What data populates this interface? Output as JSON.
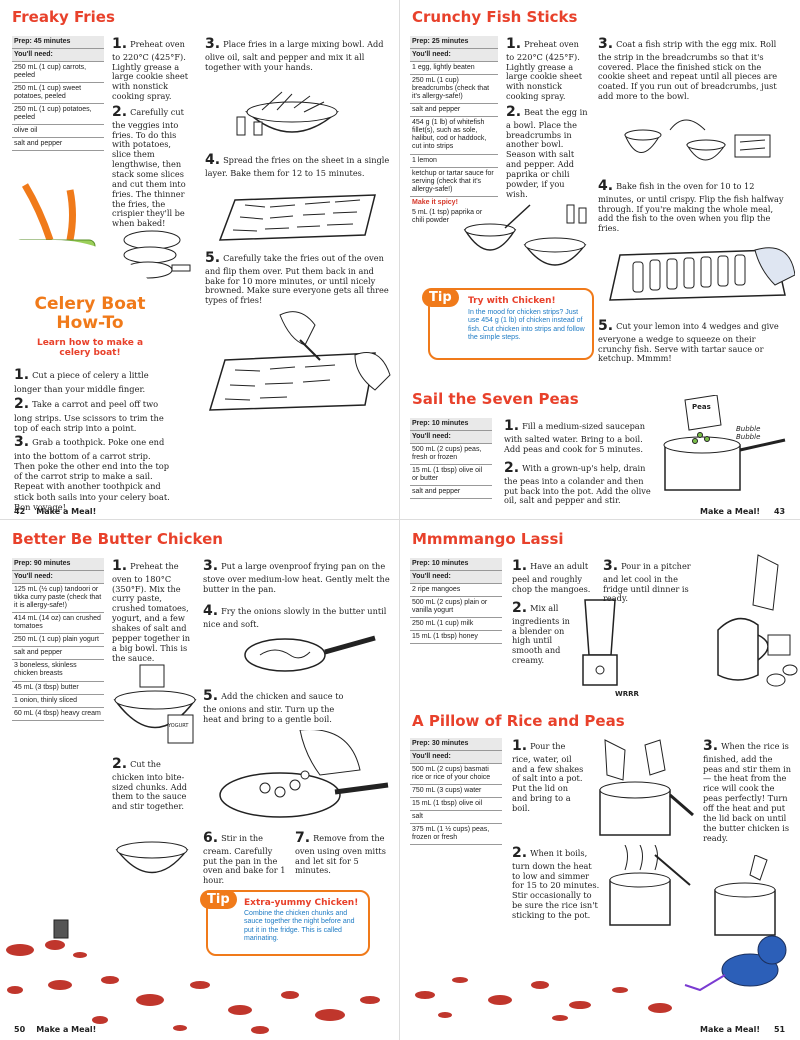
{
  "freaky_fries": {
    "title": "Freaky Fries",
    "card": [
      "Prep: 45 minutes",
      "You'll need:",
      "250 mL (1 cup) carrots, peeled",
      "250 mL (1 cup) sweet potatoes, peeled",
      "250 mL (1 cup) potatoes, peeled",
      "olive oil",
      "salt and pepper"
    ],
    "steps": [
      {
        "n": "1.",
        "text": "Preheat oven to 220°C (425°F). Lightly grease a large cookie sheet with nonstick cooking spray."
      },
      {
        "n": "2.",
        "text": "Carefully cut the veggies into fries. To do this with potatoes, slice them lengthwise, then stack some slices and cut them into fries. The thinner the fries, the crispier they'll be when baked!"
      },
      {
        "n": "3.",
        "text": "Place fries in a large mixing bowl. Add olive oil, salt and pepper and mix it all together with your hands."
      },
      {
        "n": "4.",
        "text": "Spread the fries on the sheet in a single layer. Bake them for 12 to 15 minutes."
      },
      {
        "n": "5.",
        "text": "Carefully take the fries out of the oven and flip them over. Put them back in and bake for 10 more minutes, or until nicely browned. Make sure everyone gets all three types of fries!"
      }
    ],
    "footer_num": "42",
    "footer_label": "Make a Meal!"
  },
  "celery_boat": {
    "title_line1": "Celery Boat",
    "title_line2": "How-To",
    "subtitle": "Learn how to make a celery boat!",
    "steps": [
      {
        "n": "1.",
        "text": "Cut a piece of celery a little longer than your middle finger."
      },
      {
        "n": "2.",
        "text": "Take a carrot and peel off two long strips. Use scissors to trim the top of each strip into a point."
      },
      {
        "n": "3.",
        "text": "Grab a toothpick. Poke one end into the bottom of a carrot strip. Then poke the other end into the top of the carrot strip to make a sail. Repeat with another toothpick and stick both sails into your celery boat. Bon voyage!"
      }
    ]
  },
  "fish_sticks": {
    "title": "Crunchy Fish Sticks",
    "card": [
      "Prep: 25 minutes",
      "You'll need:",
      "1 egg, lightly beaten",
      "250 mL (1 cup) breadcrumbs (check that it's allergy-safe!)",
      "salt and pepper",
      "454 g (1 lb) of whitefish fillet(s), such as sole, halibut, cod or haddock, cut into strips",
      "1 lemon",
      "ketchup or tartar sauce for serving (check that it's allergy-safe!)"
    ],
    "spicy_label": "Make it spicy!",
    "spicy_item": "5 mL (1 tsp) paprika or chili powder",
    "steps": [
      {
        "n": "1.",
        "text": "Preheat oven to 220°C (425°F). Lightly grease a large cookie sheet with nonstick cooking spray."
      },
      {
        "n": "2.",
        "text": "Beat the egg in a bowl. Place the breadcrumbs in another bowl. Season with salt and pepper. Add paprika or chili powder, if you wish."
      },
      {
        "n": "3.",
        "text": "Coat a fish strip with the egg mix. Roll the strip in the breadcrumbs so that it's covered. Place the finished stick on the cookie sheet and repeat until all pieces are coated. If you run out of breadcrumbs, just add more to the bowl."
      },
      {
        "n": "4.",
        "text": "Bake fish in the oven for 10 to 12 minutes, or until crispy. Flip the fish halfway through. If you're making the whole meal, add the fish to the oven when you flip the fries."
      },
      {
        "n": "5.",
        "text": "Cut your lemon into 4 wedges and give everyone a wedge to squeeze on their crunchy fish. Serve with tartar sauce or ketchup. Mmmm!"
      }
    ],
    "tip_badge": "Tip",
    "tip_title": "Try with Chicken!",
    "tip_text": "In the mood for chicken strips? Just use 454 g (1 lb) of chicken instead of fish. Cut chicken into strips and follow the simple steps."
  },
  "peas": {
    "title": "Sail the Seven Peas",
    "card": [
      "Prep: 10 minutes",
      "You'll need:",
      "500 mL (2 cups) peas, fresh or frozen",
      "15 mL (1 tbsp) olive oil or butter",
      "salt and pepper"
    ],
    "steps": [
      {
        "n": "1.",
        "text": "Fill a medium-sized saucepan with salted water. Bring to a boil. Add peas and cook for 5 minutes."
      },
      {
        "n": "2.",
        "text": "With a grown-up's help, drain the peas into a colander and then put back into the pot. Add the olive oil, salt and pepper and stir."
      }
    ],
    "bag_label": "Peas",
    "bubble_text": "Bubble Bubble",
    "footer_label": "Make a Meal!",
    "footer_num": "43"
  },
  "butter_chicken": {
    "title": "Better Be Butter Chicken",
    "card": [
      "Prep: 90 minutes",
      "You'll need:",
      "125 mL (½ cup) tandoori or tikka curry paste (check that it is allergy-safe!)",
      "414 mL (14 oz) can crushed tomatoes",
      "250 mL (1 cup) plain yogurt",
      "salt and pepper",
      "3 boneless, skinless chicken breasts",
      "45 mL (3 tbsp) butter",
      "1 onion, thinly sliced",
      "60 mL (4 tbsp) heavy cream"
    ],
    "steps": [
      {
        "n": "1.",
        "text": "Preheat the oven to 180°C (350°F). Mix the curry paste, crushed tomatoes, yogurt, and a few shakes of salt and pepper together in a big bowl. This is the sauce."
      },
      {
        "n": "2.",
        "text": "Cut the chicken into bite-sized chunks. Add them to the sauce and stir together."
      },
      {
        "n": "3.",
        "text": "Put a large ovenproof frying pan on the stove over medium-low heat. Gently melt the butter in the pan."
      },
      {
        "n": "4.",
        "text": "Fry the onions slowly in the butter until nice and soft."
      },
      {
        "n": "5.",
        "text": "Add the chicken and sauce to the onions and stir. Turn up the heat and bring to a gentle boil."
      },
      {
        "n": "6.",
        "text": "Stir in the cream. Carefully put the pan in the oven and bake for 1 hour."
      },
      {
        "n": "7.",
        "text": "Remove from the oven using oven mitts and let sit for 5 minutes."
      }
    ],
    "tip_badge": "Tip",
    "tip_title": "Extra-yummy Chicken!",
    "tip_text": "Combine the chicken chunks and sauce together the night before and put it in the fridge. This is called marinating.",
    "yogurt_label": "YOGURT",
    "footer_num": "50",
    "footer_label": "Make a Meal!"
  },
  "lassi": {
    "title": "Mmmmango Lassi",
    "card": [
      "Prep: 10 minutes",
      "You'll need:",
      "2 ripe mangoes",
      "500 mL (2 cups) plain or vanilla yogurt",
      "250 mL (1 cup) milk",
      "15 mL (1 tbsp) honey"
    ],
    "steps": [
      {
        "n": "1.",
        "text": "Have an adult peel and roughly chop the mangoes."
      },
      {
        "n": "2.",
        "text": "Mix all ingredients in a blender on high until smooth and creamy."
      },
      {
        "n": "3.",
        "text": "Pour in a pitcher and let cool in the fridge until dinner is ready."
      }
    ],
    "blender_sound": "WRRR"
  },
  "rice": {
    "title": "A Pillow of Rice and Peas",
    "card": [
      "Prep: 30 minutes",
      "You'll need:",
      "500 mL (2 cups) basmati rice or rice of your choice",
      "750 mL (3 cups) water",
      "15 mL (1 tbsp) olive oil",
      "salt",
      "375 mL (1 ½ cups) peas, frozen or fresh"
    ],
    "steps": [
      {
        "n": "1.",
        "text": "Pour the rice, water, oil and a few shakes of salt into a pot. Put the lid on and bring to a boil."
      },
      {
        "n": "2.",
        "text": "When it boils, turn down the heat to low and simmer for 15 to 20 minutes. Stir occasionally to be sure the rice isn't sticking to the pot."
      },
      {
        "n": "3.",
        "text": "When the rice is finished, add the peas and stir them in — the heat from the rice will cook the peas perfectly! Turn off the heat and put the lid back on until the butter chicken is ready."
      }
    ],
    "footer_label": "Make a Meal!",
    "footer_num": "51"
  }
}
